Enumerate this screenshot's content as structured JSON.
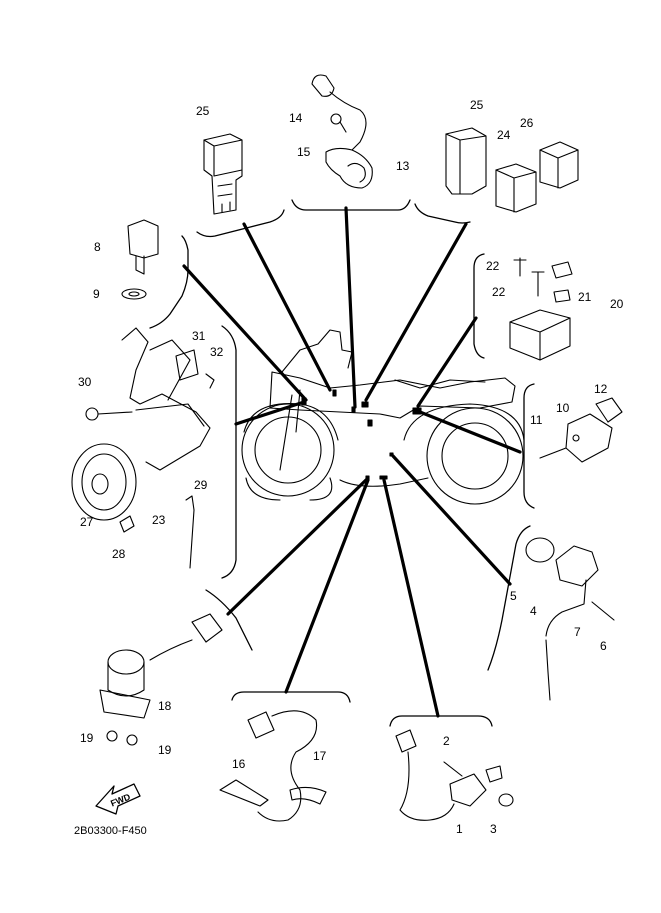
{
  "diagram": {
    "drawing_code": "2B03300-F450",
    "fwd_label": "FWD",
    "callouts": [
      "1",
      "2",
      "3",
      "4",
      "5",
      "6",
      "7",
      "8",
      "9",
      "10",
      "11",
      "12",
      "13",
      "14",
      "15",
      "16",
      "17",
      "18",
      "19",
      "19",
      "20",
      "21",
      "22",
      "22",
      "23",
      "24",
      "25",
      "25",
      "26",
      "27",
      "28",
      "29",
      "30",
      "31",
      "32"
    ]
  }
}
